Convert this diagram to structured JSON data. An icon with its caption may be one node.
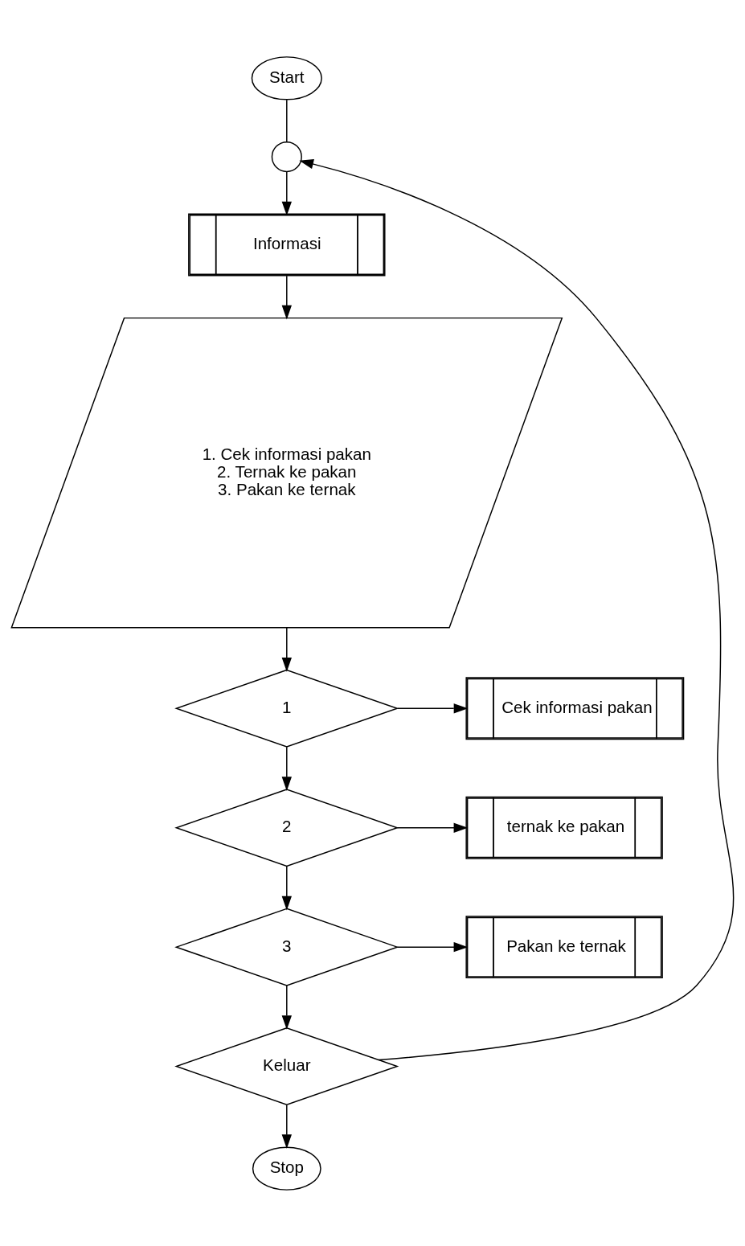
{
  "diagram": {
    "nodes": [
      {
        "text": [
          "Start"
        ]
      },
      {
        "text": [],
        "shape": "circle"
      },
      {
        "text": [
          "Informasi"
        ]
      },
      {
        "text": [
          "1. Cek informasi pakan",
          "2. Ternak ke pakan",
          "3. Pakan ke ternak"
        ]
      },
      {
        "text": [
          "1"
        ]
      },
      {
        "text": [
          "Cek informasi pakan"
        ]
      },
      {
        "text": [
          "2"
        ]
      },
      {
        "text": [
          "ternak ke pakan"
        ]
      },
      {
        "text": [
          "3"
        ]
      },
      {
        "text": [
          "Pakan ke ternak"
        ]
      },
      {
        "text": [
          "Keluar"
        ]
      },
      {
        "text": [
          "Stop"
        ]
      }
    ],
    "edges": [
      {
        "from": 0,
        "to": 1,
        "arrow": "none"
      },
      {
        "from": 1,
        "to": 2,
        "arrow": "to"
      },
      {
        "from": 2,
        "to": 3,
        "arrow": "to"
      },
      {
        "from": 3,
        "to": 4,
        "arrow": "to"
      },
      {
        "from": 4,
        "to": 5,
        "arrow": "to"
      },
      {
        "from": 4,
        "to": 6,
        "arrow": "to"
      },
      {
        "from": 6,
        "to": 7,
        "arrow": "to"
      },
      {
        "from": 6,
        "to": 8,
        "arrow": "to"
      },
      {
        "from": 8,
        "to": 9,
        "arrow": "to"
      },
      {
        "from": 8,
        "to": 10,
        "arrow": "to"
      },
      {
        "from": 10,
        "to": 11,
        "arrow": "to"
      },
      {
        "from": 10,
        "to": 1,
        "arrow": "to"
      }
    ]
  }
}
